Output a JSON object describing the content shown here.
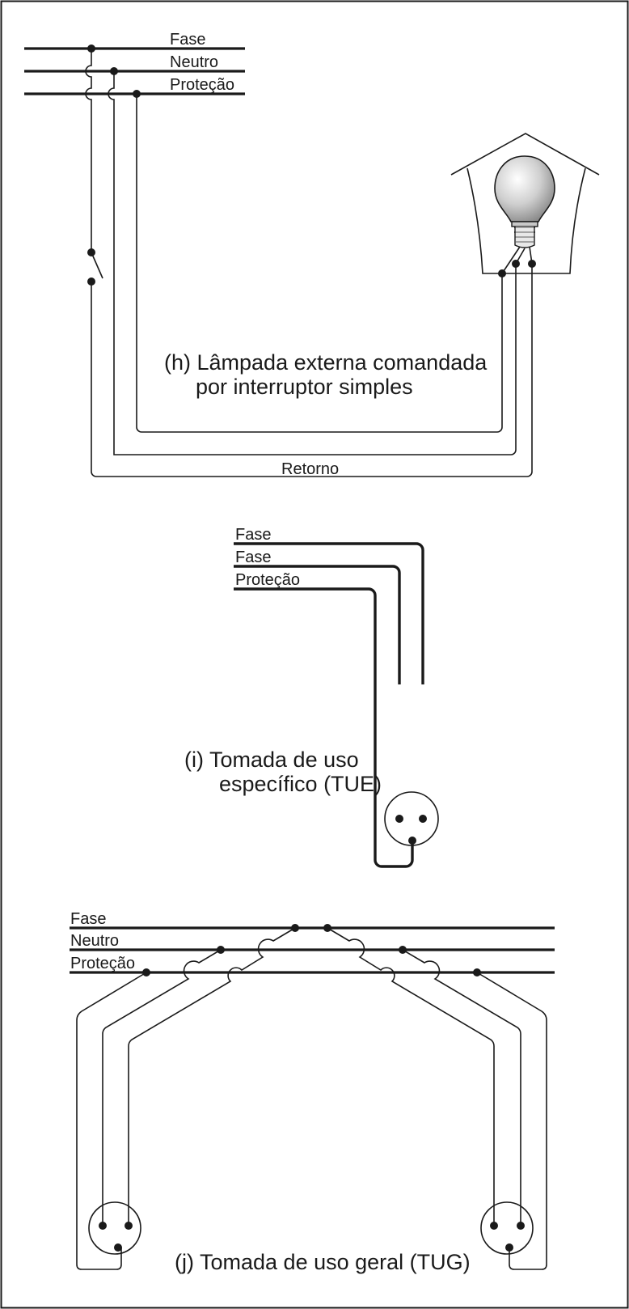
{
  "diagram_h": {
    "bus_labels": [
      "Fase",
      "Neutro",
      "Proteção"
    ],
    "caption_line1": "(h) Lâmpada externa comandada",
    "caption_line2": "por interruptor simples",
    "return_label": "Retorno"
  },
  "diagram_i": {
    "wire_labels": [
      "Fase",
      "Fase",
      "Proteção"
    ],
    "caption_line1": "(i) Tomada de uso",
    "caption_line2": "específico (TUE)"
  },
  "diagram_j": {
    "bus_labels": [
      "Fase",
      "Neutro",
      "Proteção"
    ],
    "caption": "(j) Tomada de uso geral (TUG)"
  }
}
